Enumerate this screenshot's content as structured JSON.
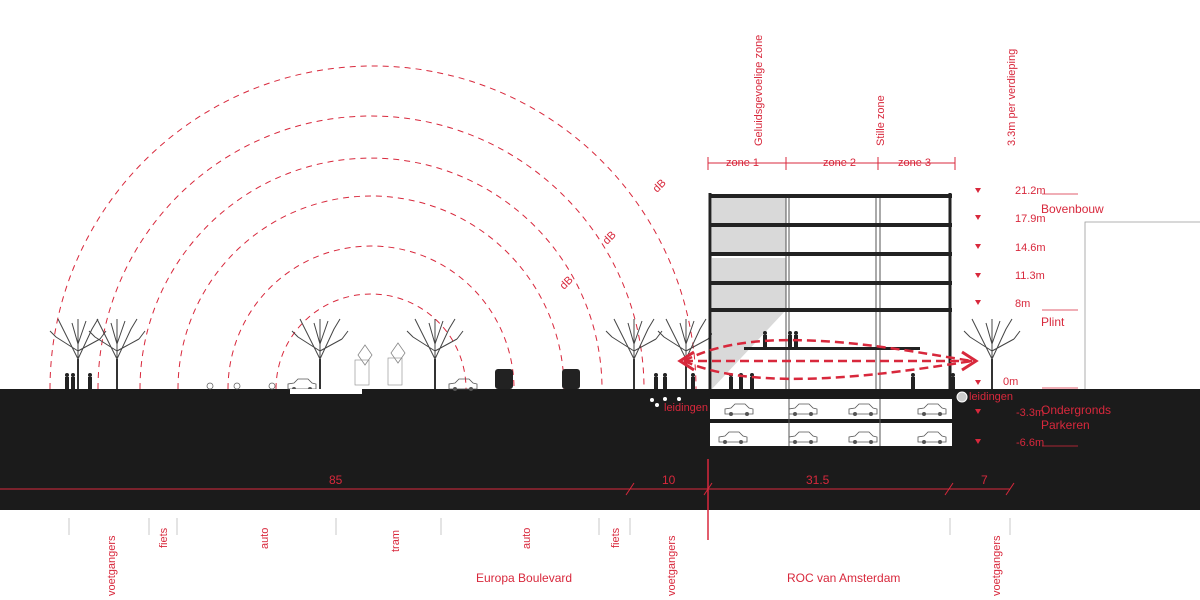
{
  "colors": {
    "accent": "#d8283c",
    "ground": "#1b1b1b",
    "building": "#222222",
    "shade": "#d9d9d9"
  },
  "arcs": {
    "db_labels": [
      "dB",
      "dB",
      "dB"
    ]
  },
  "building": {
    "zones": [
      "zone 1",
      "zone 2",
      "zone 3"
    ],
    "zone_headers": [
      "Geluidsgevoelige zone",
      "Stille zone",
      "3.3m per verdieping"
    ],
    "levels": [
      "21.2m",
      "17.9m",
      "14.6m",
      "11.3m",
      "8m",
      "0m",
      "-3.3m",
      "-6.6m"
    ],
    "sections": [
      "Bovenbouw",
      "Plint",
      "Ondergronds Parkeren"
    ]
  },
  "utilities": {
    "label": "leidingen"
  },
  "dimensions": [
    "85",
    "10",
    "31.5",
    "7"
  ],
  "street_labels": [
    "voetgangers",
    "fiets",
    "auto",
    "tram",
    "auto",
    "fiets",
    "voetgangers",
    "voetgangers"
  ],
  "places": [
    "Europa Boulevard",
    "ROC van Amsterdam"
  ]
}
